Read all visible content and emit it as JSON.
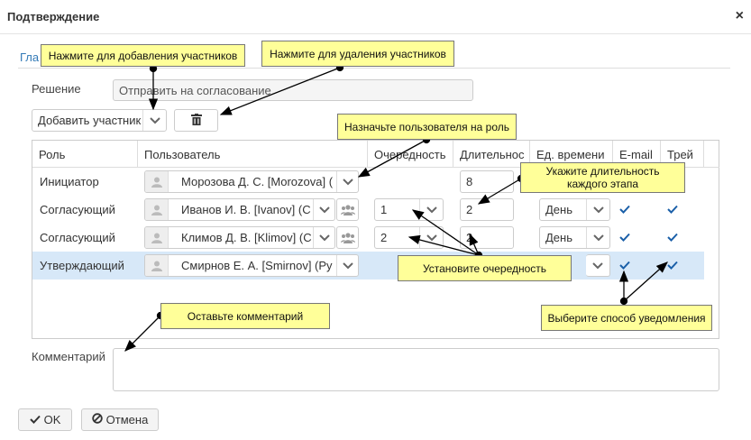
{
  "window": {
    "title": "Подтверждение",
    "close_glyph": "×"
  },
  "tab": {
    "label": "Гла"
  },
  "decision": {
    "label": "Решение",
    "value": "Отправить на согласование"
  },
  "toolbar": {
    "add_label": "Добавить участник"
  },
  "grid": {
    "headers": [
      "Роль",
      "Пользователь",
      "Очередность",
      "Длительнос",
      "Ед. времени",
      "E-mail",
      "Трей"
    ],
    "rows": [
      {
        "role": "Инициатор",
        "user": "Морозова Д. С. [Morozova] (",
        "order": "",
        "duration": "8",
        "unit": "",
        "email": false,
        "tray": false
      },
      {
        "role": "Согласующий",
        "user": "Иванов И. В. [Ivanov] (С",
        "order": "1",
        "duration": "2",
        "unit": "День",
        "email": true,
        "tray": true
      },
      {
        "role": "Согласующий",
        "user": "Климов Д. В. [Klimov] (С",
        "order": "2",
        "duration": "2",
        "unit": "День",
        "email": true,
        "tray": true
      },
      {
        "role": "Утверждающий",
        "user": "Смирнов Е. А. [Smirnov] (Ру",
        "order": "",
        "duration": "",
        "unit": "",
        "email": true,
        "tray": true
      }
    ]
  },
  "comment": {
    "label": "Комментарий",
    "value": ""
  },
  "footer": {
    "ok_label": "OK",
    "cancel_label": "Отмена"
  },
  "tips": {
    "add": "Нажмите для добавления участников",
    "delete": "Нажмите для удаления участников",
    "assign": "Назначьте пользователя на роль",
    "duration": "Укажите длительность\nкаждого этапа",
    "order": "Установите очередность",
    "comment": "Оставьте комментарий",
    "notify": "Выберите способ уведомления"
  },
  "colors": {
    "selected_row": "#d7e8f8",
    "tip_bg": "#ffff99",
    "link": "#337ab7",
    "check": "#1a5fa8"
  },
  "icons": [
    "close-icon",
    "chevron-down-icon",
    "trash-icon",
    "user-icon",
    "group-icon",
    "check-icon",
    "ban-icon"
  ]
}
